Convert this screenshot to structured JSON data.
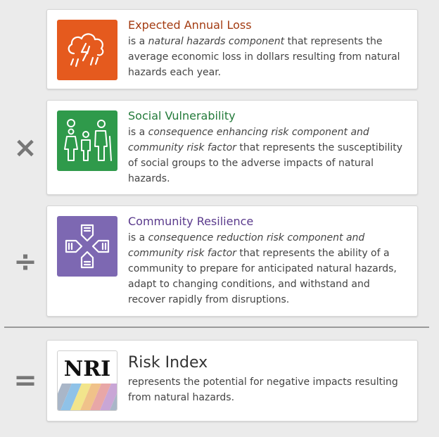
{
  "cards": [
    {
      "title": "Expected Annual Loss",
      "title_color": "#a33b11",
      "icon": "storm-cloud-icon",
      "icon_bg": "#e55a1e",
      "desc_prefix": "is a ",
      "desc_em1": "natural hazards component",
      "desc_suffix": " that represents the average economic loss in dollars resulting from natural hazards each year."
    },
    {
      "title": "Social Vulnerability",
      "title_color": "#237a3a",
      "icon": "family-people-icon",
      "icon_bg": "#2f9a4b",
      "desc_prefix": "is a ",
      "desc_em1": "consequence enhancing risk component and community risk factor",
      "desc_suffix": " that represents the susceptibility of social groups to the adverse impacts of natural hazards."
    },
    {
      "title": "Community Resilience",
      "title_color": "#5a3a8c",
      "icon": "joined-hands-icon",
      "icon_bg": "#7d68b2",
      "desc_prefix": "is a ",
      "desc_em1": "consequence reduction risk component and community risk factor",
      "desc_suffix": " that represents the ability of a community to prepare for anticipated natural hazards, adapt to changing conditions, and withstand and recover rapidly from disruptions."
    },
    {
      "title": "Risk Index",
      "title_color": "#333333",
      "icon": "nri-logo",
      "logo_text": "NRI",
      "desc_prefix": "represents the potential for negative impacts resulting from natural hazards.",
      "desc_em1": "",
      "desc_suffix": ""
    }
  ],
  "operators": [
    "×",
    "÷",
    "="
  ]
}
